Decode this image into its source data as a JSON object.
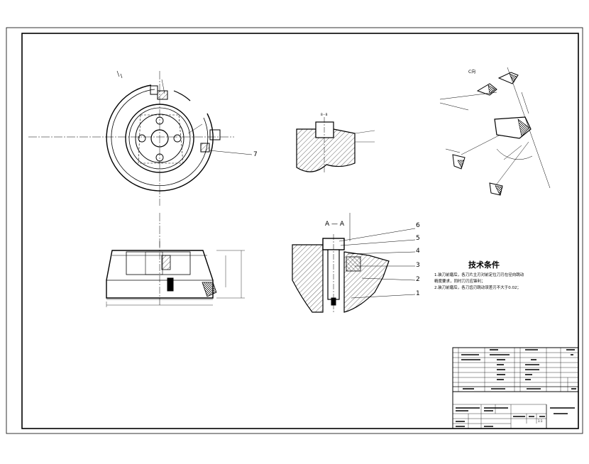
{
  "views": {
    "section_bb_label": "B－B",
    "section_aa_label": "A — A",
    "view_c_label": "C向"
  },
  "callouts": [
    "1",
    "2",
    "3",
    "4",
    "5",
    "6",
    "7"
  ],
  "technical_requirements": {
    "title": "技术条件",
    "lines": [
      "1.装刀前磨后，各刀片主刃对前定位刀刃在径向跳动",
      "  精度要求，同时刀刃应锋利；",
      "2.装刀前磨后，各刀齿刃跳动误差刃不大于0.02；"
    ]
  },
  "title_block": {
    "scale": "1:1"
  }
}
